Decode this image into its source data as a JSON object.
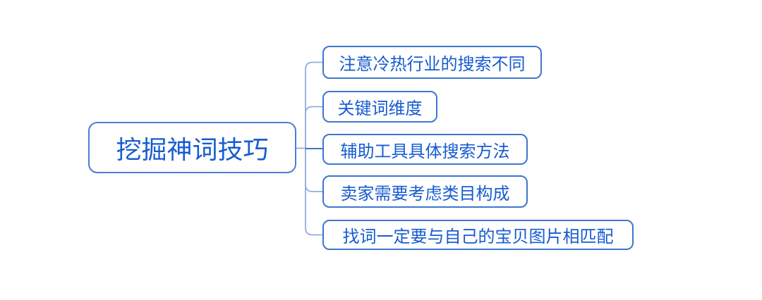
{
  "mindmap": {
    "root": {
      "label": "挖掘神词技巧"
    },
    "children": [
      {
        "label": "注意冷热行业的搜索不同"
      },
      {
        "label": "关键词维度"
      },
      {
        "label": "辅助工具具体搜索方法"
      },
      {
        "label": "卖家需要考虑类目构成"
      },
      {
        "label": "找词一定要与自己的宝贝图片相匹配"
      }
    ],
    "colors": {
      "background": "#ffffff",
      "root_border": "#4a7ed6",
      "node_border": "#3d76d0",
      "node_text": "#175cd0",
      "connector_light": "#94acdb",
      "connector_dark": "#2a63bd"
    }
  }
}
